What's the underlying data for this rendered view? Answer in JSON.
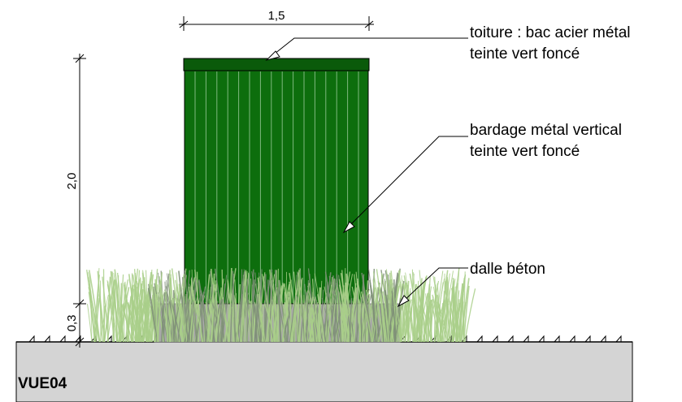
{
  "view_title": "VUE04",
  "dimensions": {
    "width": "1,5",
    "height": "2,0",
    "base": "0,3"
  },
  "annotations": [
    {
      "id": "toiture",
      "lines": [
        "toiture : bac acier métal",
        "teinte vert foncé"
      ]
    },
    {
      "id": "bardage",
      "lines": [
        "bardage métal vertical",
        "teinte vert foncé"
      ]
    },
    {
      "id": "dalle",
      "lines": [
        "dalle béton"
      ]
    }
  ],
  "colors": {
    "cladding": "#0d6e0d",
    "cladding_dark": "#0a5a0a",
    "cladding_line": "#7fb87f",
    "ground": "#d4d4d4",
    "slab": "#a8a8a8",
    "grass": "#a9cf8a",
    "grass_dark": "#7f8f78"
  }
}
